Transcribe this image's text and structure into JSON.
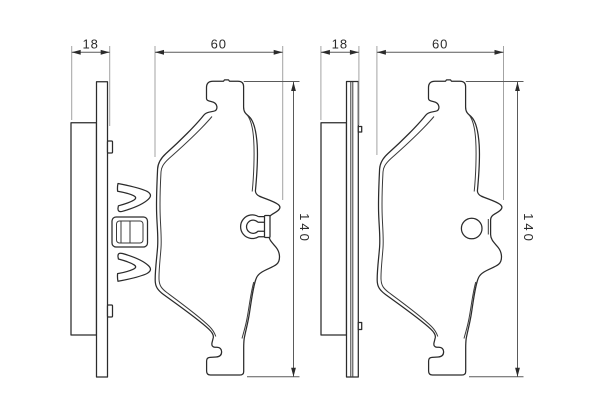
{
  "drawing": {
    "kind": "brake-pad-set-technical-drawing",
    "colors": {
      "background": "#ffffff",
      "outline": "#2b2b2b",
      "inner_line": "#3a3a3a",
      "dimension_line": "#5a5a5a",
      "extension_line": "#a3a3a3",
      "text": "#2b2b2b"
    },
    "pads": [
      {
        "id": "left",
        "dimensions": {
          "thickness": "18",
          "width": "60",
          "height": "140"
        }
      },
      {
        "id": "right",
        "dimensions": {
          "thickness": "18",
          "width": "60",
          "height": "140"
        }
      }
    ]
  }
}
